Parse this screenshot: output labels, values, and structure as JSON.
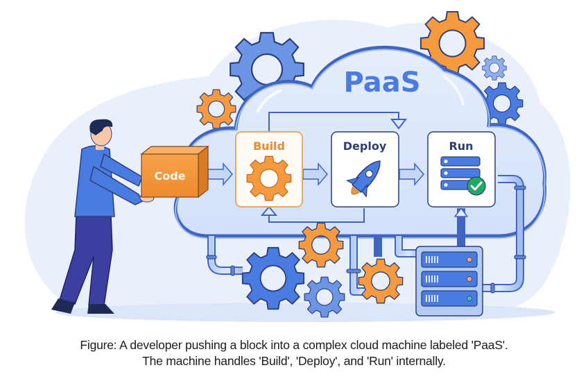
{
  "figure": {
    "title": "PaaS",
    "code_block_label": "Code",
    "stages": [
      {
        "label": "Build",
        "icon": "gear-icon"
      },
      {
        "label": "Deploy",
        "icon": "rocket-icon"
      },
      {
        "label": "Run",
        "icon": "server-check-icon"
      }
    ],
    "colors": {
      "primary_blue": "#4a7be0",
      "light_blue": "#dce8fb",
      "orange": "#f59a3e",
      "outline": "#2c3e78",
      "green_check": "#22a866"
    }
  },
  "caption": {
    "line1": "Figure: A developer pushing a block into a complex cloud machine labeled 'PaaS'.",
    "line2": "The machine handles 'Build', 'Deploy', and 'Run' internally."
  }
}
